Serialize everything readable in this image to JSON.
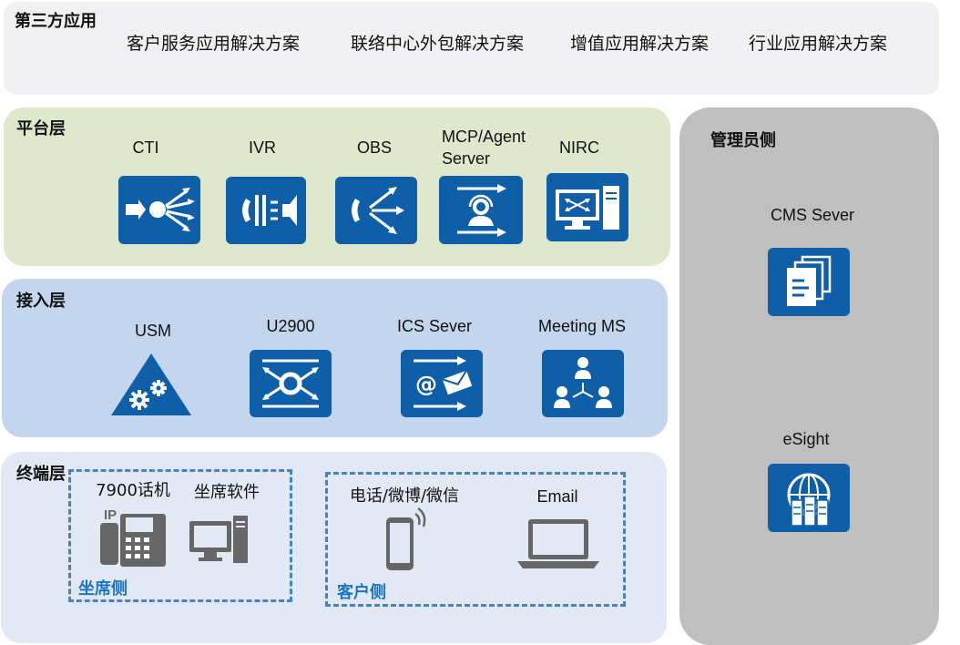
{
  "third_party": {
    "title": "第三方应用",
    "items": [
      "客户服务应用解决方案",
      "联络中心外包解决方案",
      "增值应用解决方案",
      "行业应用解决方案"
    ]
  },
  "platform": {
    "title": "平台层",
    "items": [
      {
        "label": "CTI",
        "icon": "cti-icon"
      },
      {
        "label": "IVR",
        "icon": "ivr-icon"
      },
      {
        "label": "OBS",
        "icon": "obs-icon"
      },
      {
        "label": "MCP/Agent\nServer",
        "icon": "agent-server-icon"
      },
      {
        "label": "NIRC",
        "icon": "nirc-icon"
      }
    ]
  },
  "access": {
    "title": "接入层",
    "items": [
      {
        "label": "USM",
        "icon": "usm-icon"
      },
      {
        "label": "U2900",
        "icon": "u2900-icon"
      },
      {
        "label": "ICS Sever",
        "icon": "ics-icon"
      },
      {
        "label": "Meeting MS",
        "icon": "meeting-icon"
      }
    ]
  },
  "terminal": {
    "title": "终端层",
    "agent_group": {
      "label": "坐席侧",
      "devices": [
        "7900话机",
        "坐席软件"
      ]
    },
    "customer_group": {
      "label": "客户侧",
      "devices": [
        "电话/微博/微信",
        "Email"
      ]
    },
    "phone_ip_text": "IP"
  },
  "admin": {
    "title": "管理员侧",
    "items": [
      {
        "label": "CMS Sever",
        "icon": "cms-icon"
      },
      {
        "label": "eSight",
        "icon": "esight-icon"
      }
    ]
  },
  "colors": {
    "third_party_bg": "#f1f1f3",
    "platform_bg": "#dfe8cd",
    "access_bg": "#c4d5ee",
    "terminal_bg": "#e3e9f4",
    "admin_bg": "#bfbfbf",
    "icon_blue": "#0f5fa8",
    "side_label_blue": "#1a73c8"
  }
}
